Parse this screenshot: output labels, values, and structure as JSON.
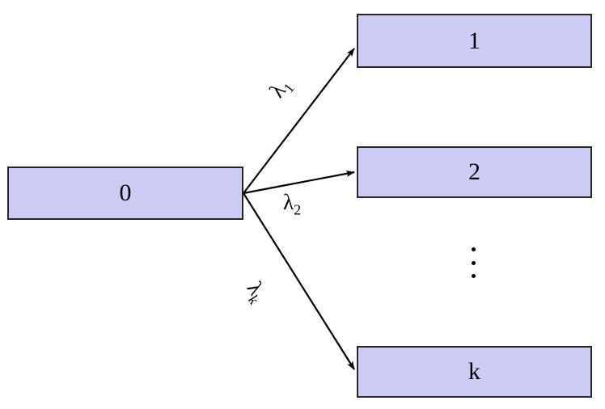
{
  "diagram": {
    "type": "fan-out-transition-diagram",
    "background_color": "#ffffff",
    "node_fill_color": "#ccccf5",
    "node_border_color": "#262626",
    "edge_color": "#000000",
    "source_node": {
      "label": "0",
      "name": "node-0"
    },
    "target_nodes": [
      {
        "label": "1",
        "name": "node-1"
      },
      {
        "label": "2",
        "name": "node-2"
      },
      {
        "label": "k",
        "name": "node-k"
      }
    ],
    "edges": [
      {
        "name": "edge-lambda-1",
        "label_lambda": "λ",
        "label_sub": "1",
        "from": "0",
        "to": "1"
      },
      {
        "name": "edge-lambda-2",
        "label_lambda": "λ",
        "label_sub": "2",
        "from": "0",
        "to": "2"
      },
      {
        "name": "edge-lambda-k",
        "label_lambda": "λ",
        "label_sub": "k",
        "from": "0",
        "to": "k"
      }
    ],
    "ellipsis": {
      "name": "vertical-ellipsis",
      "glyph": "⋮",
      "dot_count": 3
    }
  }
}
